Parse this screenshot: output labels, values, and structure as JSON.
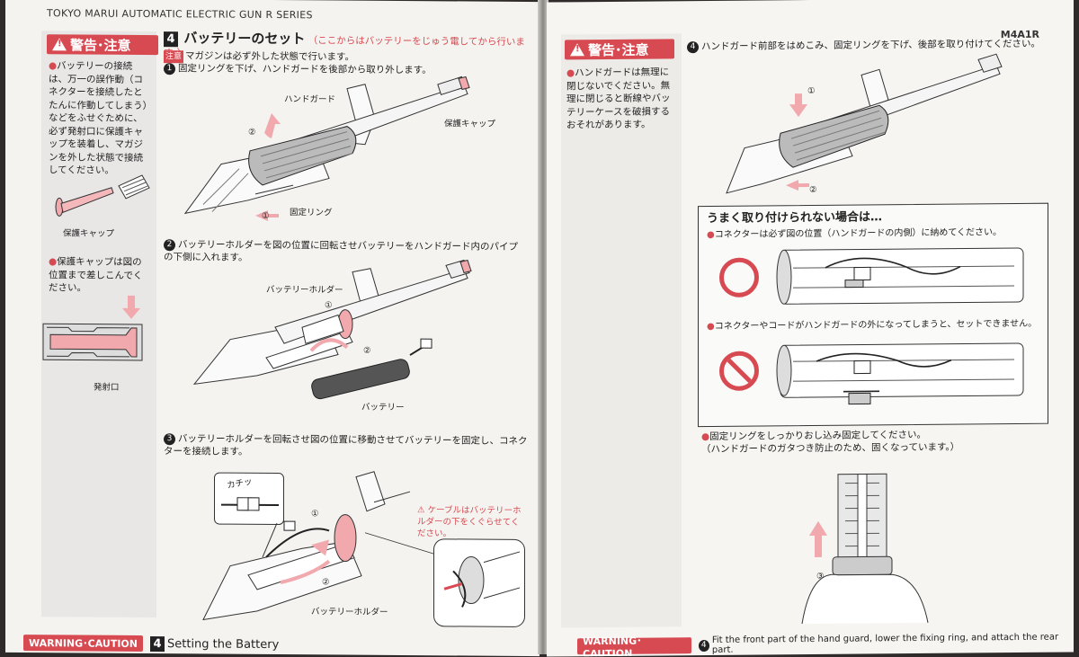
{
  "left": {
    "series": "TOKYO MARUI AUTOMATIC ELECTRIC GUN R SERIES",
    "warning_title": "警告･注意",
    "warn1": "バッテリーの接続は、万一の誤作動（コネクターを接続したとたんに作動してしまう）などをふせぐために、必ず発射口に保護キャップを装着し、マガジンを外した状態で接続してください。",
    "cap_label": "保護キャップ",
    "warn2": "保護キャップは図の位置まで差しこんでください。",
    "muzzle_label": "発射口",
    "section_no": "4",
    "section_title": "バッテリーのセット",
    "section_note": "（ここからはバッテリーをじゅう電してから行います。）",
    "attention": "注意",
    "attention_text": "マガジンは必ず外した状態で行います。",
    "step1_no": "1",
    "step1": "固定リングを下げ、ハンドガードを後部から取り外します。",
    "handguard_label": "ハンドガード",
    "protect_cap_label": "保護キャップ",
    "fixing_ring_label": "固定リング",
    "step2_no": "2",
    "step2": "バッテリーホルダーを図の位置に回転させバッテリーをハンドガード内のパイプの下側に入れます。",
    "holder_label": "バッテリーホルダー",
    "battery_label": "バッテリー",
    "step3_no": "3",
    "step3": "バッテリーホルダーを回転させ図の位置に移動させてバッテリーを固定し、コネクターを接続します。",
    "click_label": "カチッ",
    "cable_warn": "ケーブルはバッテリーホルダーの下をくぐらせてください。",
    "holder_label2": "バッテリーホルダー",
    "num1": "①",
    "num2": "②",
    "footer_warn": "WARNING･CAUTION",
    "footer_no": "4",
    "footer_title": "Setting the Battery"
  },
  "right": {
    "model": "M4A1R",
    "warning_title": "警告･注意",
    "warn": "ハンドガードは無理に閉じないでください。無理に閉じると断線やバッテリーケースを破損するおそれがあります。",
    "step4_no": "4",
    "step4": "ハンドガード前部をはめこみ、固定リングを下げ、後部を取り付けてください。",
    "box_title": "うまく取り付けられない場合は…",
    "box_item1": "コネクターは必ず図の位置（ハンドガードの内側）に納めてください。",
    "box_item2": "コネクターやコードがハンドガードの外になってしまうと、セットできません。",
    "final1": "固定リングをしっかりおし込み固定してください。",
    "final2": "（ハンドガードのガタつき防止のため、固くなっています。）",
    "num1": "①",
    "num2": "②",
    "num3": "③",
    "footer_warn": "WARNING･CAUTION",
    "footer_no": "4",
    "footer_text": "Fit the front part of the hand guard, lower the fixing ring, and attach the rear part."
  },
  "colors": {
    "accent": "#d84a52",
    "ink": "#222222",
    "paper": "#f4f3ef"
  }
}
